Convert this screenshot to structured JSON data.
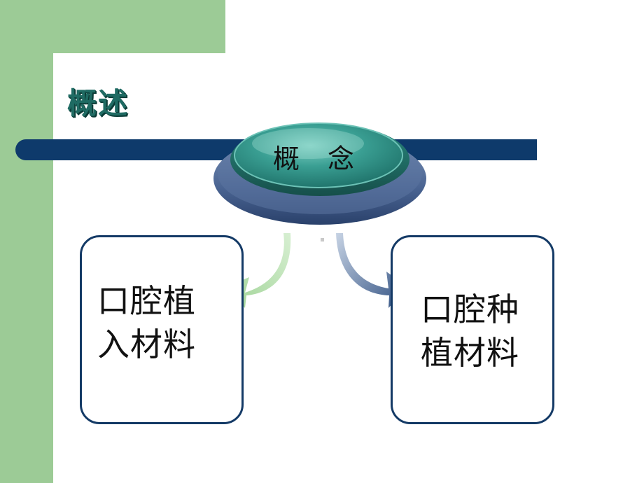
{
  "header": {
    "title": "概述"
  },
  "concept": {
    "label": "概 念"
  },
  "boxes": {
    "left": {
      "line1": "口腔植",
      "line2": "入材料"
    },
    "right": {
      "line1": "口腔种",
      "line2": "植材料"
    }
  },
  "colors": {
    "sidebar_green": "#9ccb96",
    "navy": "#0e3a6b",
    "teal": "#2f9a90",
    "title_teal": "#1f6b63",
    "arrow_green": "#b7deb0",
    "arrow_blue": "#4e6f9a"
  }
}
